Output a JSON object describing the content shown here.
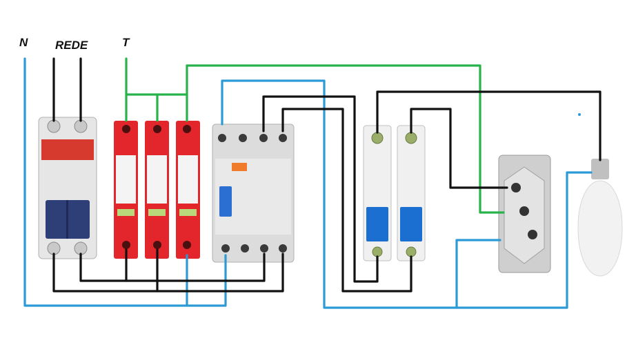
{
  "labels": {
    "neutral": "N",
    "mains": "REDE",
    "earth": "T"
  },
  "colors": {
    "neutral_wire": "#2c9ad6",
    "phase_wire": "#111111",
    "earth_wire": "#27b34a",
    "breaker_red": "#e3262b",
    "device_gray": "#d8d8d8"
  },
  "icons": {
    "lamp": "light-bulb-icon",
    "socket": "power-socket-icon"
  }
}
